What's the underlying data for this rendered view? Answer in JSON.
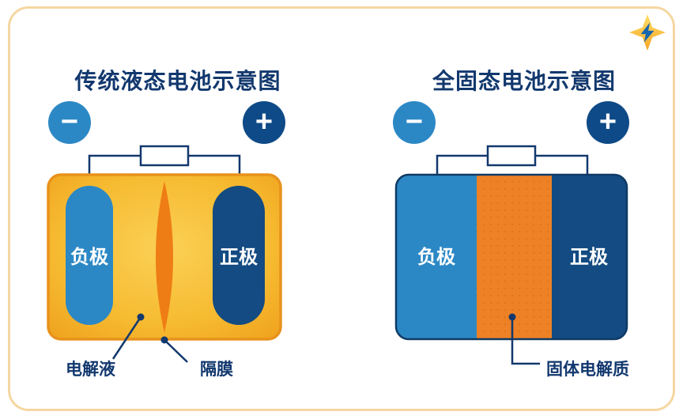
{
  "colors": {
    "card_border": "#F5D7A2",
    "title_text": "#12386E",
    "negative_blue": "#2C88C5",
    "positive_navy": "#134B82",
    "electrolyte_gold": "#F6BB31",
    "electrolyte_border": "#E8921C",
    "separator_orange": "#EE7D15",
    "solid_electrolyte_orange": "#EE8125",
    "lightning_yellow": "#F8B62D"
  },
  "diagrams": [
    {
      "title": "传统液态电池示意图",
      "negative_symbol": "−",
      "positive_symbol": "+",
      "anode_label": "负极",
      "cathode_label": "正极",
      "callout_electrolyte": "电解液",
      "callout_separator": "隔膜"
    },
    {
      "title": "全固态电池示意图",
      "negative_symbol": "−",
      "positive_symbol": "+",
      "anode_label": "负极",
      "cathode_label": "正极",
      "callout_solid_electrolyte": "固体电解质"
    }
  ]
}
